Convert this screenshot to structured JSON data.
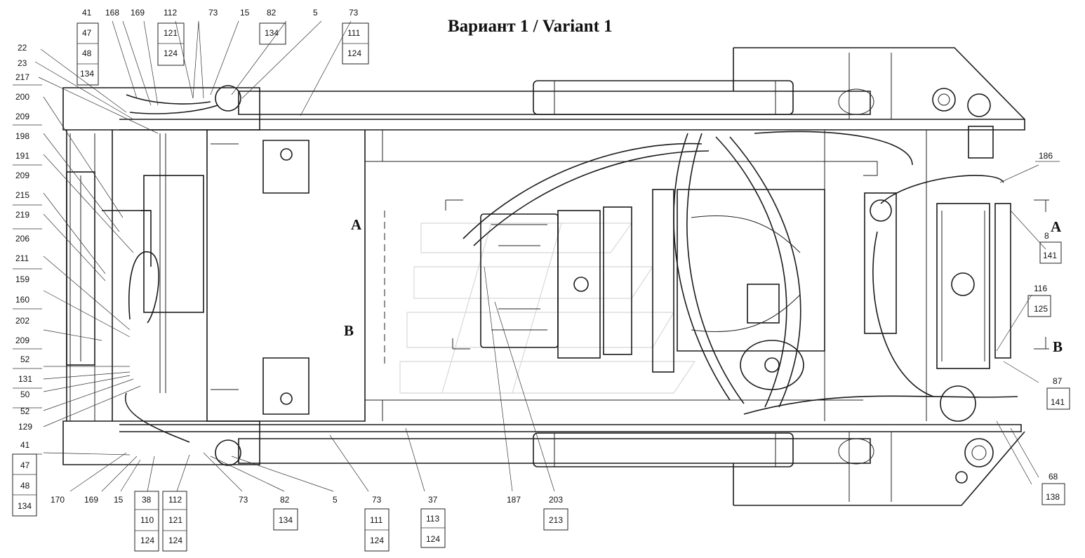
{
  "title": "Вариант 1 / Variant 1",
  "section_marks": {
    "A_left": "A",
    "B_left": "B",
    "A_right": "A",
    "B_right": "B"
  },
  "top_left": {
    "col1": [
      "41",
      "47",
      "48",
      "134"
    ],
    "c168": "168",
    "c169": "169",
    "col_112": [
      "112",
      "121",
      "124"
    ],
    "c73": "73",
    "c15": "15",
    "col_82": [
      "82",
      "134"
    ],
    "c5": "5",
    "col_73b": [
      "73",
      "111",
      "124"
    ]
  },
  "left_side": [
    "22",
    "23",
    "217",
    "200",
    "209",
    "198",
    "191",
    "209",
    "215",
    "219",
    "206",
    "211",
    "159",
    "160",
    "202",
    "209",
    "52",
    "131",
    "50",
    "52",
    "129"
  ],
  "bottom_left_col": [
    "41",
    "47",
    "48",
    "134"
  ],
  "bottom": {
    "c170": "170",
    "c169": "169",
    "c15": "15",
    "col_38": [
      "38",
      "110",
      "124"
    ],
    "col_112": [
      "112",
      "121",
      "124"
    ],
    "c73": "73",
    "col_82": [
      "82",
      "134"
    ],
    "c5": "5",
    "col_73": [
      "73",
      "111",
      "124"
    ],
    "col_37": [
      "37",
      "113",
      "124"
    ],
    "c187": "187",
    "col_203": [
      "203",
      "213"
    ]
  },
  "right_side": {
    "c186": "186",
    "c8": "8",
    "c141a": "141",
    "c116": "116",
    "c125": "125",
    "c87": "87",
    "c141b": "141",
    "c68": "68",
    "c138": "138"
  }
}
